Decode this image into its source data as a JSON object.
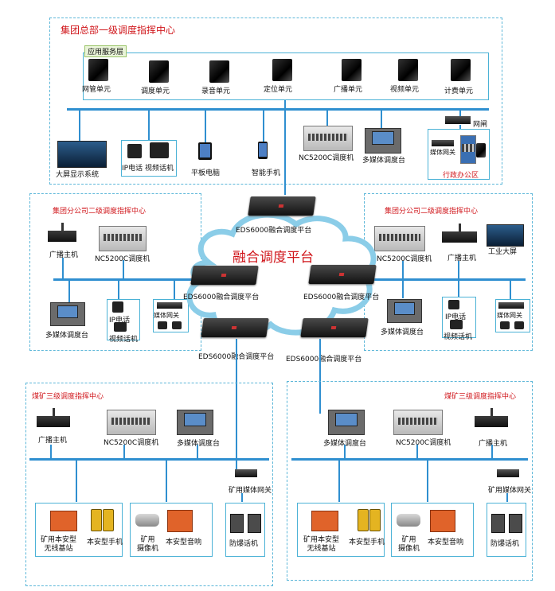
{
  "top": {
    "title": "集团总部一级调度指挥中心",
    "app_layer": "应用服务层",
    "servers": [
      "网管单元",
      "调度单元",
      "录音单元",
      "定位单元",
      "广播单元",
      "视频单元",
      "计费单元"
    ],
    "terminals": {
      "wall": "大屏显示系统",
      "ip_phone": "IP电话 视频话机",
      "tablet": "平板电脑",
      "mobile": "智能手机",
      "nc5200": "NC5200C调度机",
      "multimedia": "多媒体调度台",
      "gateway": "网闸",
      "media_gateway": "媒体网关",
      "office": "行政办公区"
    }
  },
  "cloud": {
    "label": "融合调度平台",
    "platform": "EDS6000融合调度平台"
  },
  "left_branch": {
    "title": "集团分公司二级调度指挥中心",
    "broadcast_host": "广播主机",
    "nc5200": "NC5200C调度机",
    "multimedia": "多媒体调度台",
    "ip_phone": "IP电话",
    "video_phone": "视频话机",
    "media_gateway": "媒体网关"
  },
  "right_branch": {
    "title": "集团分公司二级调度指挥中心",
    "nc5200": "NC5200C调度机",
    "broadcast_host": "广播主机",
    "big_screen": "工业大屏",
    "multimedia": "多媒体调度台",
    "ip_phone": "IP电话",
    "video_phone": "视频话机",
    "media_gateway": "媒体网关"
  },
  "left_mine": {
    "title": "煤矿三级调度指挥中心",
    "broadcast_host": "广播主机",
    "nc5200": "NC5200C调度机",
    "multimedia": "多媒体调度台",
    "mine_gateway": "矿用媒体网关",
    "base_station": "矿用本安型\n无线基站",
    "handset": "本安型手机",
    "camera": "矿用\n摄像机",
    "speaker": "本安型音响",
    "explosion_phone": "防爆话机"
  },
  "right_mine": {
    "title": "煤矿三级调度指挥中心",
    "multimedia": "多媒体调度台",
    "nc5200": "NC5200C调度机",
    "broadcast_host": "广播主机",
    "mine_gateway": "矿用媒体网关",
    "base_station": "矿用本安型\n无线基站",
    "handset": "本安型手机",
    "camera": "矿用\n摄像机",
    "speaker": "本安型音响",
    "explosion_phone": "防爆话机"
  }
}
